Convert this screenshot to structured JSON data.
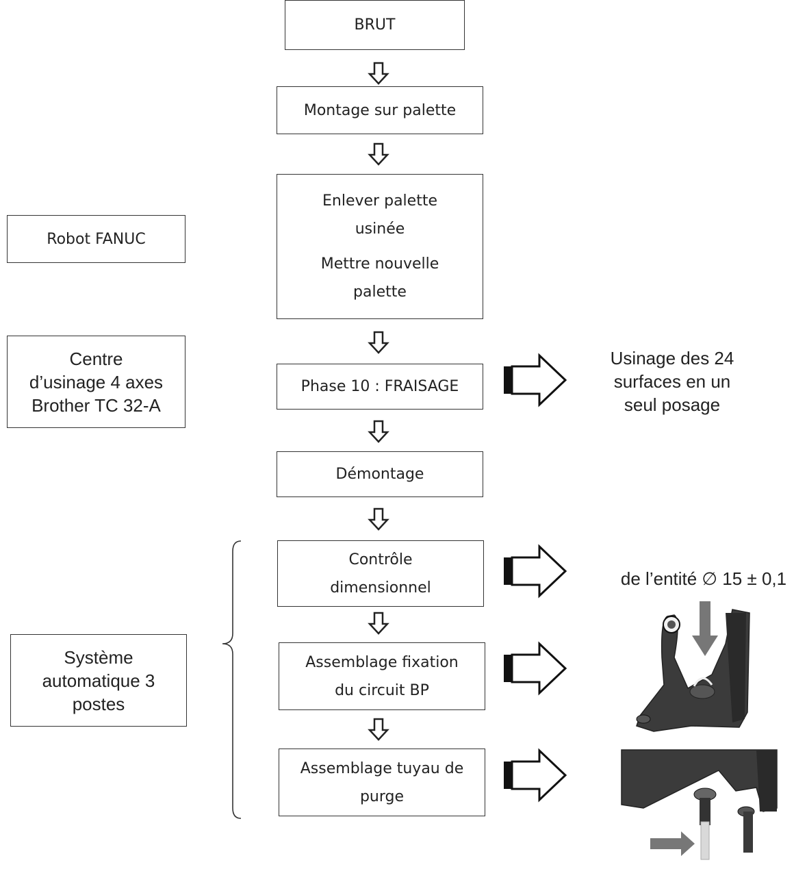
{
  "flow": {
    "brut": "BRUT",
    "montage": "Montage sur palette",
    "palette_line1": "Enlever palette",
    "palette_line2": "usinée",
    "palette_line3": "Mettre nouvelle",
    "palette_line4": "palette",
    "phase10": "Phase 10 : FRAISAGE",
    "demontage": "Démontage",
    "controle_line1": "Contrôle",
    "controle_line2": "dimensionnel",
    "fixation_line1": "Assemblage fixation",
    "fixation_line2": "du circuit BP",
    "tuyau_line1": "Assemblage tuyau de",
    "tuyau_line2": "purge"
  },
  "side": {
    "robot": "Robot FANUC",
    "centre_line1": "Centre",
    "centre_line2": "d’usinage 4 axes",
    "centre_line3": "Brother TC 32-A",
    "systeme_line1": "Système",
    "systeme_line2": "automatique 3",
    "systeme_line3": "postes"
  },
  "notes": {
    "usinage_line1": "Usinage des 24",
    "usinage_line2": "surfaces en un",
    "usinage_line3": "seul posage",
    "entite": "de l’entité ∅ 15 ± 0,1"
  },
  "colors": {
    "part": "#3a3a3a",
    "part_dark": "#222222",
    "arrow": "#777777",
    "line": "#333333"
  }
}
